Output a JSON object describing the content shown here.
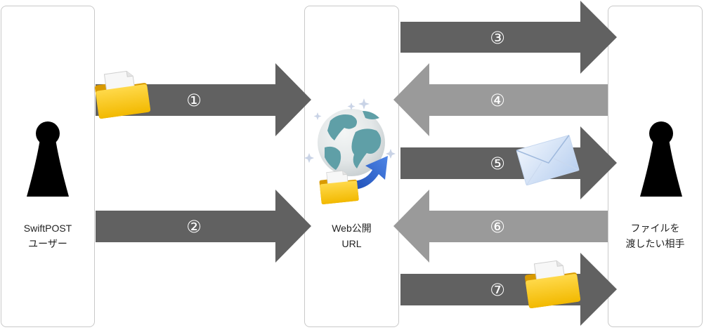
{
  "actors": {
    "left": {
      "line1": "SwiftPOST",
      "line2": "ユーザー"
    },
    "mid": {
      "line1": "Web公開",
      "line2": "URL"
    },
    "right": {
      "line1": "ファイルを",
      "line2": "渡したい相手"
    }
  },
  "steps": [
    "①",
    "②",
    "③",
    "④",
    "⑤",
    "⑥",
    "⑦"
  ],
  "colors": {
    "dark_arrow": "#616161",
    "light_arrow": "#9a9a9a",
    "folder": "#f6c400",
    "envelope": "#dbe7f8",
    "globe": "#5f9fa7"
  },
  "icons": [
    "person-icon",
    "folder-icon",
    "globe-icon",
    "envelope-icon",
    "upload-arrow-icon"
  ]
}
